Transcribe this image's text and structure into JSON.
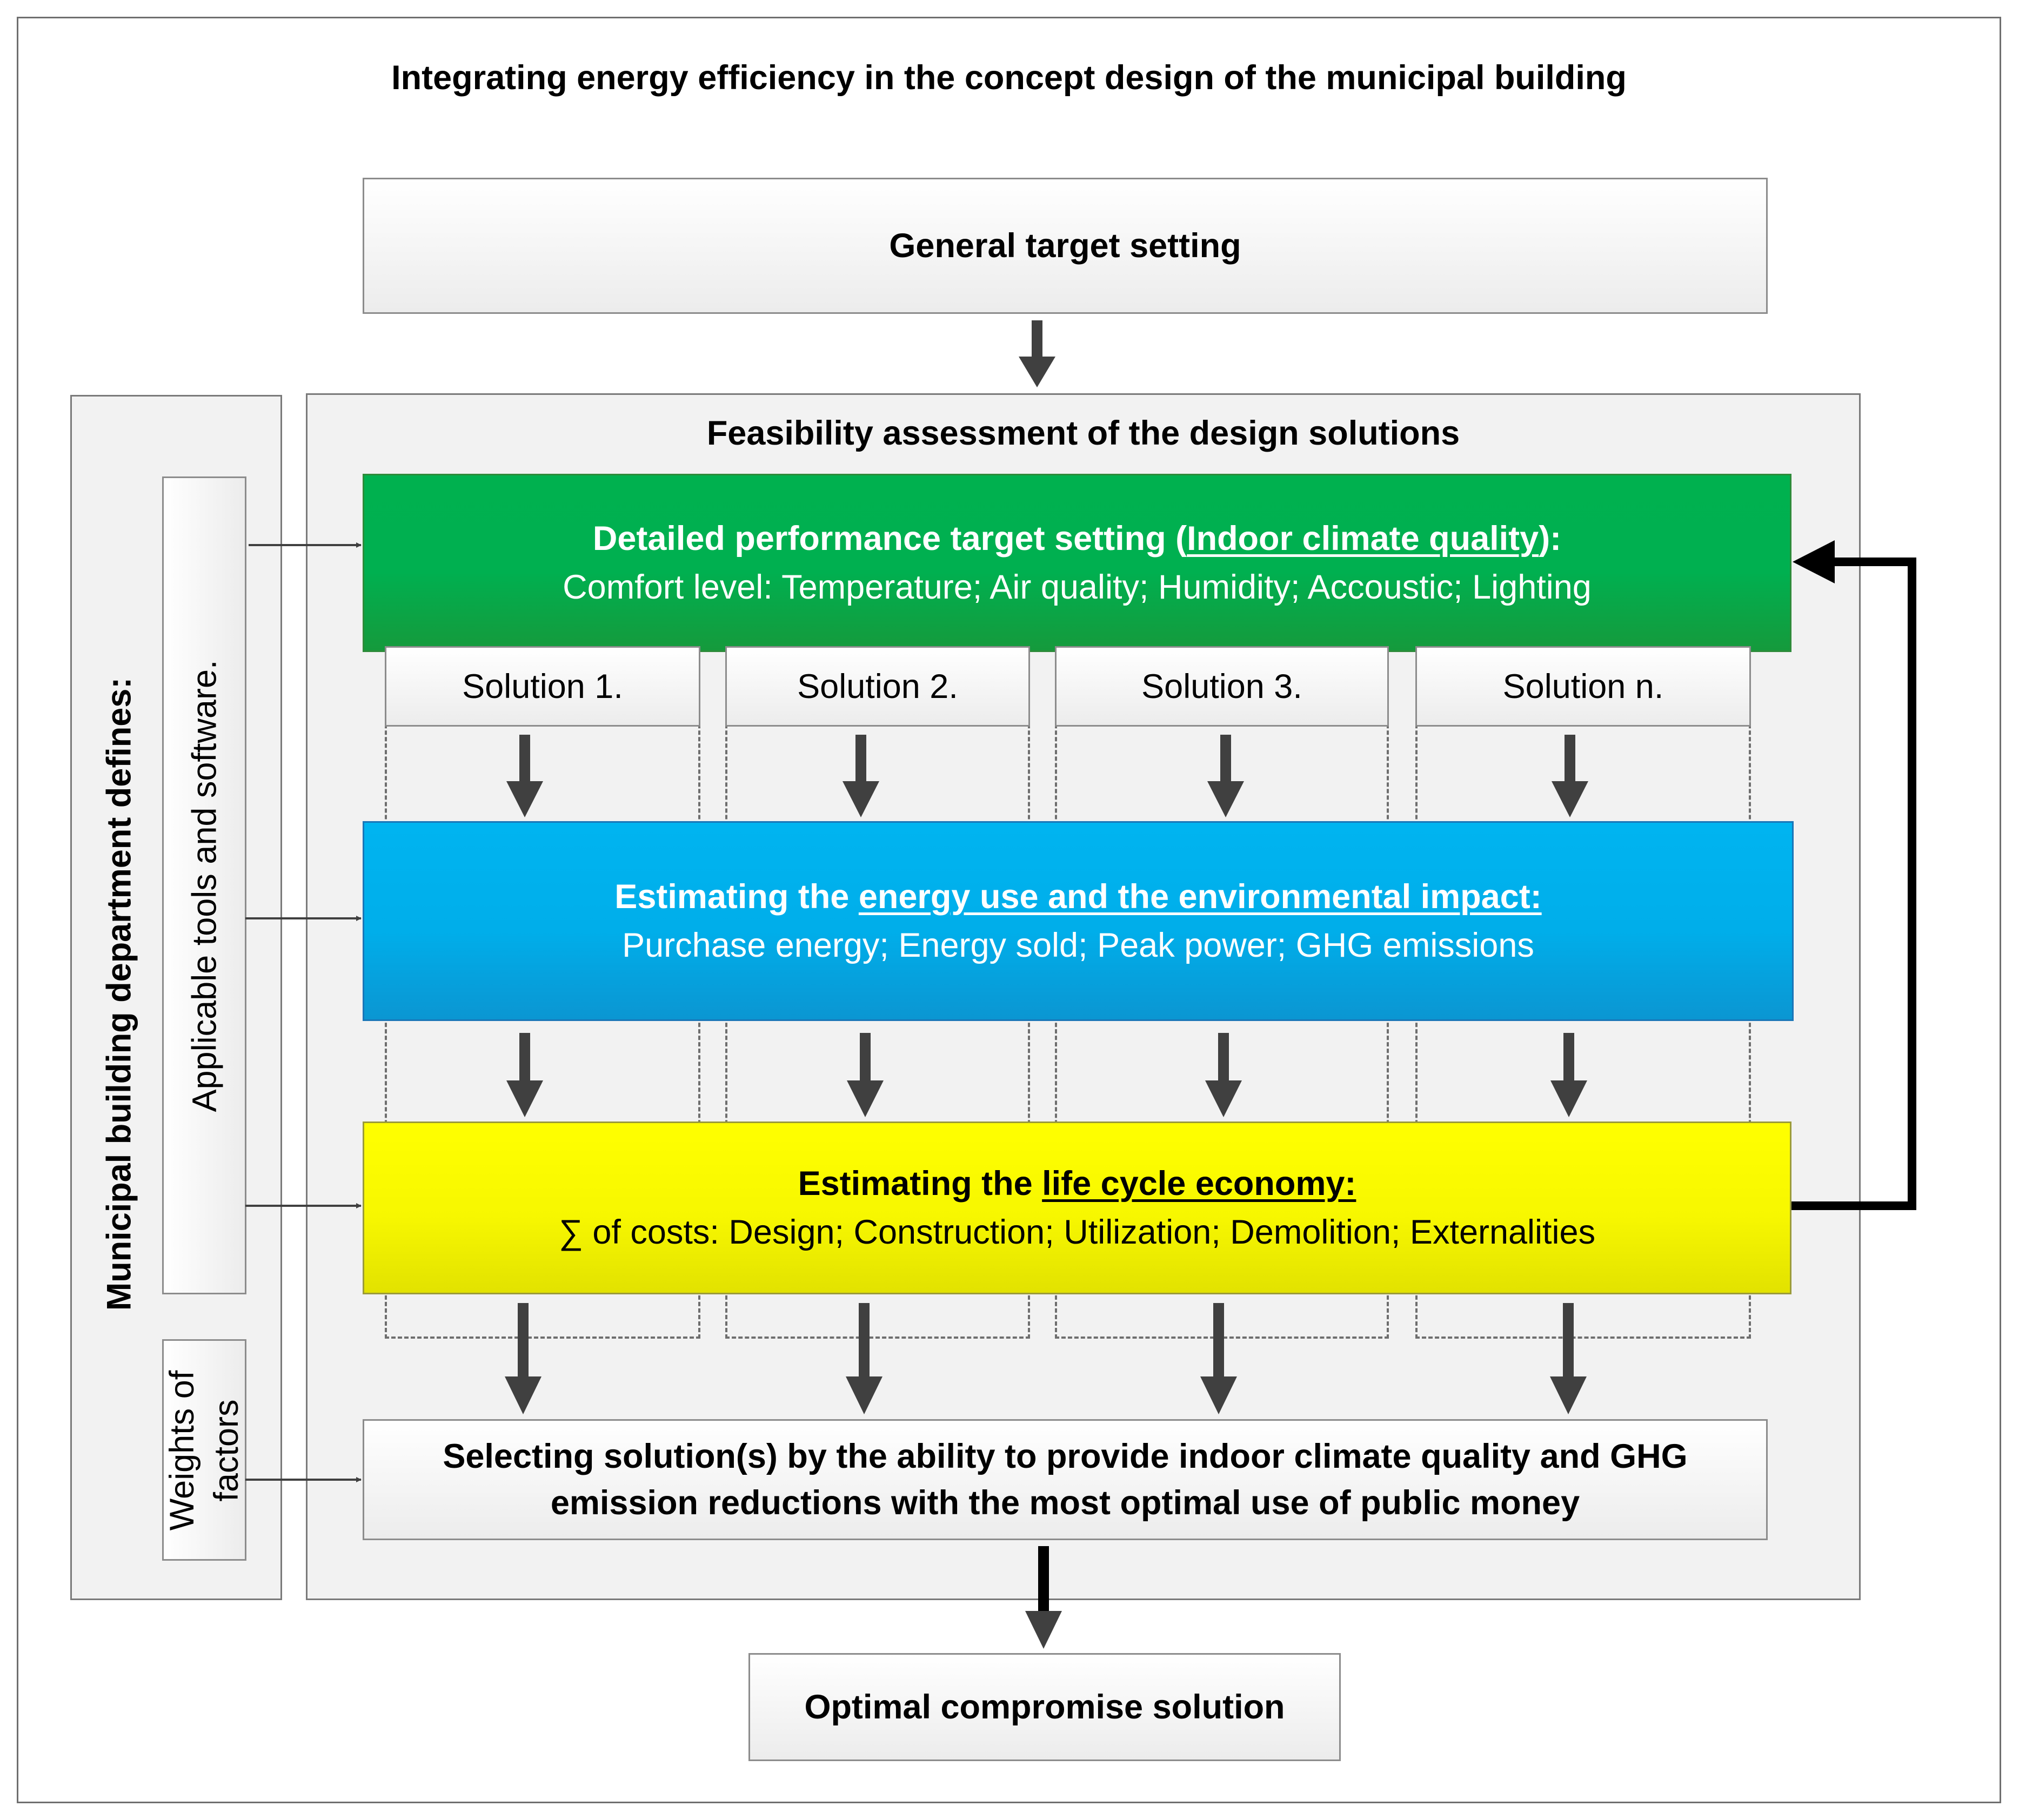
{
  "title": "Integrating energy efficiency in the concept design of the municipal building",
  "general_target": "General target setting",
  "feasibility_title": "Feasibility assessment of the design solutions",
  "indoor": {
    "prefix": "Detailed performance target setting (",
    "link": "Indoor climate quality",
    "suffix": "):",
    "detail": "Comfort level: Temperature; Air quality; Humidity; Accoustic; Lighting"
  },
  "solutions": [
    "Solution 1.",
    "Solution 2.",
    "Solution 3.",
    "Solution n."
  ],
  "energy": {
    "prefix": "Estimating the ",
    "link": "energy use and the environmental impact:",
    "detail": "Purchase energy; Energy sold; Peak power; GHG emissions"
  },
  "economy": {
    "prefix": "Estimating the ",
    "link": "life cycle economy:",
    "detail": "∑ of costs: Design; Construction; Utilization; Demolition; Externalities"
  },
  "selecting": "Selecting solution(s) by the ability to provide indoor climate quality and GHG emission reductions with the most optimal use of public money",
  "optimal": "Optimal compromise solution",
  "sidebar": {
    "title": "Municipal building department defines:",
    "tools": "Applicable tools and software.",
    "weights_line1": "Weights of",
    "weights_line2": "factors"
  },
  "colors": {
    "green": "#00b050",
    "blue": "#00b0f0",
    "yellow": "#ffff00",
    "arrow": "#404040",
    "feedback_arrow": "#000000"
  }
}
